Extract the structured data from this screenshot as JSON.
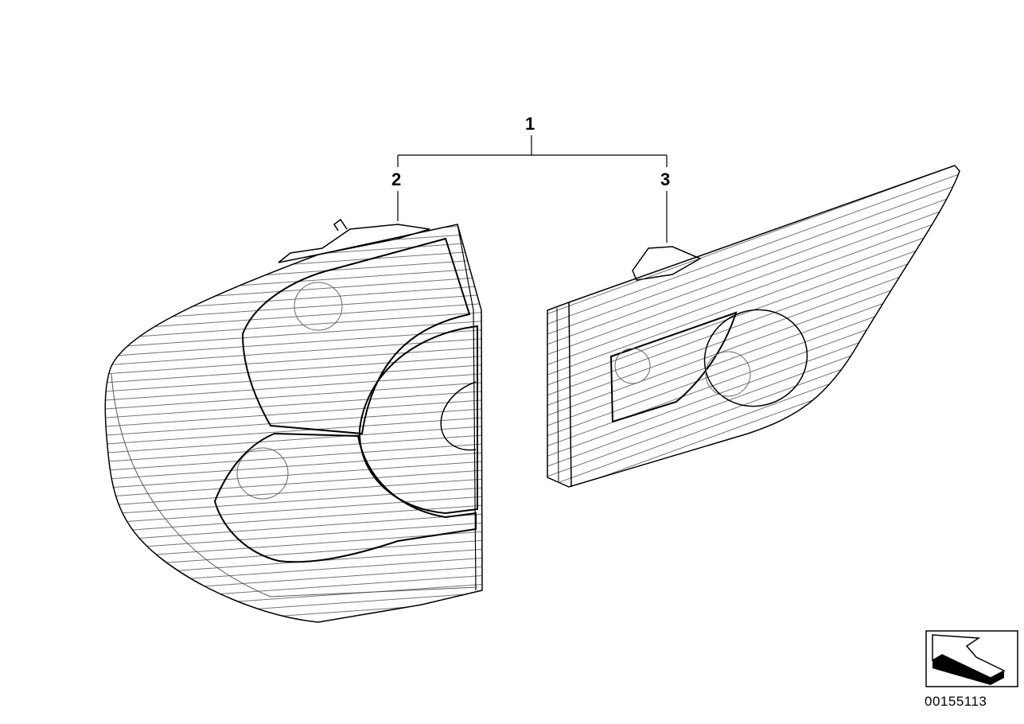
{
  "diagram": {
    "callouts": [
      {
        "number": "1",
        "part": "rear-light-set"
      },
      {
        "number": "2",
        "part": "outer-rear-light"
      },
      {
        "number": "3",
        "part": "inner-rear-light"
      }
    ],
    "diagram_code": "00155113",
    "orientation_icon": "arrow-direction-icon"
  }
}
